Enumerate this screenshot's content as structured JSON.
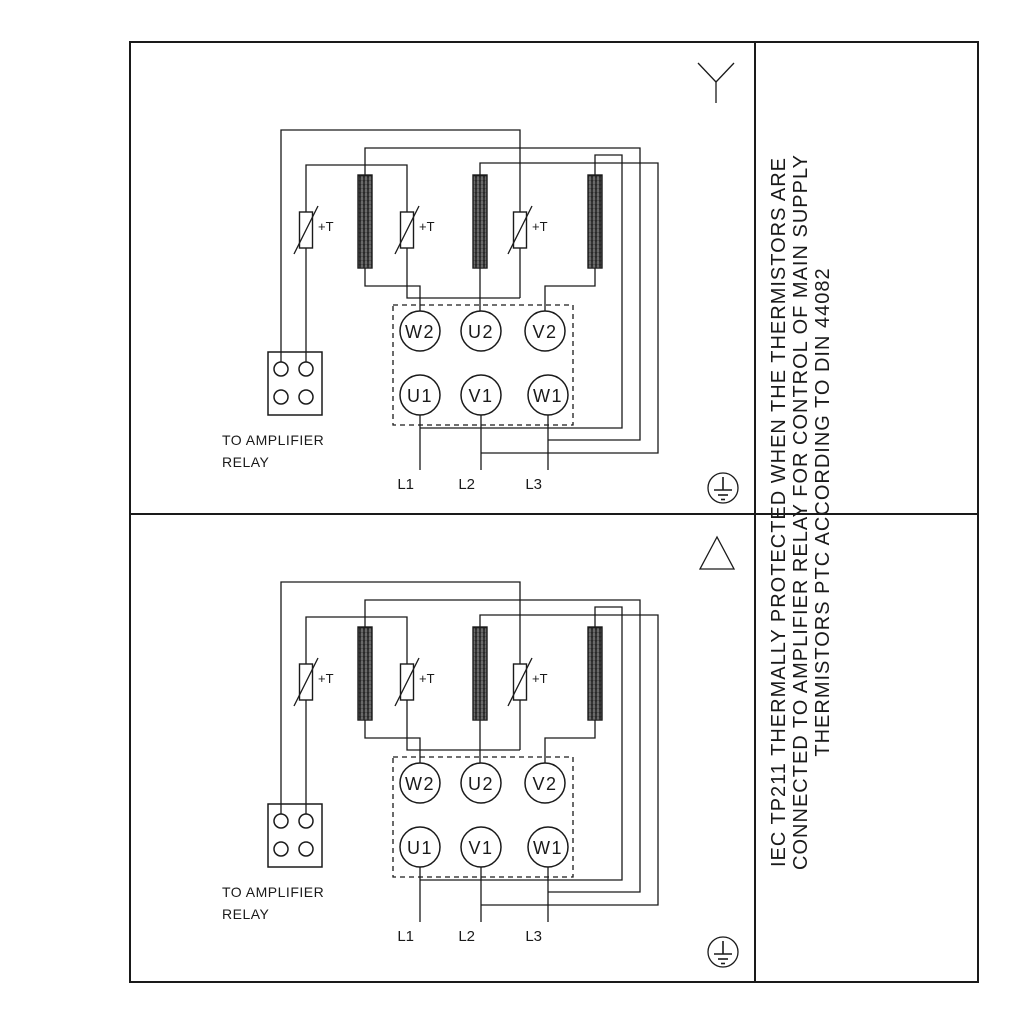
{
  "side_note": {
    "lines": [
      "IEC TP211 THERMALLY PROTECTED WHEN THE THERMISTORS ARE",
      "CONNECTED TO AMPLIFIER RELAY FOR CONTROL OF MAIN SUPPLY",
      "THERMISTORS PTC ACCORDING TO DIN 44082"
    ]
  },
  "panels": [
    {
      "connection": "star-symbol",
      "thermistor_label": "+T",
      "terminals": {
        "top": [
          "W2",
          "U2",
          "V2"
        ],
        "bottom": [
          "U1",
          "V1",
          "W1"
        ]
      },
      "supply": [
        "L1",
        "L2",
        "L3"
      ],
      "relay_caption": [
        "TO AMPLIFIER",
        "RELAY"
      ]
    },
    {
      "connection": "delta-symbol",
      "thermistor_label": "+T",
      "terminals": {
        "top": [
          "W2",
          "U2",
          "V2"
        ],
        "bottom": [
          "U1",
          "V1",
          "W1"
        ]
      },
      "supply": [
        "L1",
        "L2",
        "L3"
      ],
      "relay_caption": [
        "TO AMPLIFIER",
        "RELAY"
      ]
    }
  ]
}
